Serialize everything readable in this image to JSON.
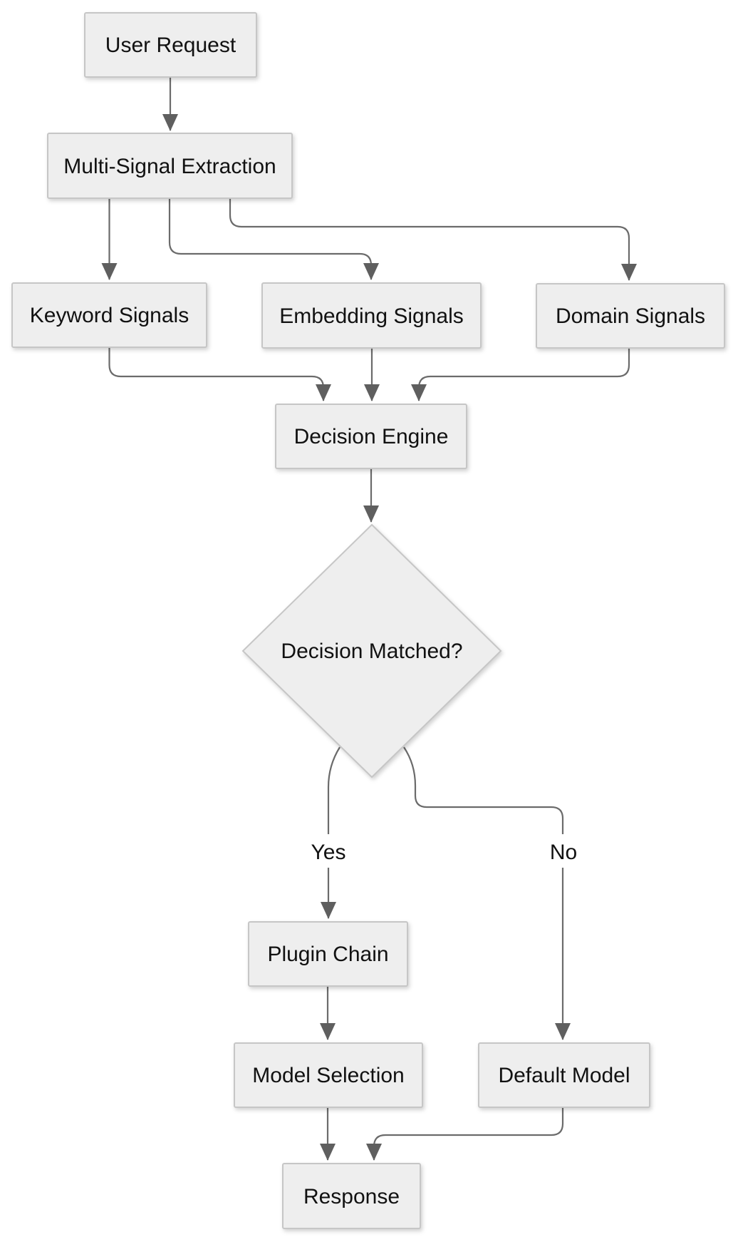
{
  "diagram": {
    "type": "flowchart",
    "direction": "top-down",
    "colors": {
      "background": "#ffffff",
      "node_fill": "#eeeeee",
      "node_border": "#c6c6c6",
      "text": "#111111",
      "edge": "#6b6b6b",
      "arrowhead": "#5f5f5f"
    },
    "nodes": [
      {
        "id": "user-request",
        "label": "User Request",
        "shape": "rect"
      },
      {
        "id": "multi-signal-extraction",
        "label": "Multi-Signal Extraction",
        "shape": "rect"
      },
      {
        "id": "keyword-signals",
        "label": "Keyword Signals",
        "shape": "rect"
      },
      {
        "id": "embedding-signals",
        "label": "Embedding Signals",
        "shape": "rect"
      },
      {
        "id": "domain-signals",
        "label": "Domain Signals",
        "shape": "rect"
      },
      {
        "id": "decision-engine",
        "label": "Decision Engine",
        "shape": "rect"
      },
      {
        "id": "decision-matched",
        "label": "Decision Matched?",
        "shape": "diamond"
      },
      {
        "id": "plugin-chain",
        "label": "Plugin Chain",
        "shape": "rect"
      },
      {
        "id": "model-selection",
        "label": "Model Selection",
        "shape": "rect"
      },
      {
        "id": "default-model",
        "label": "Default Model",
        "shape": "rect"
      },
      {
        "id": "response",
        "label": "Response",
        "shape": "rect"
      }
    ],
    "edges": [
      {
        "from": "user-request",
        "to": "multi-signal-extraction",
        "label": ""
      },
      {
        "from": "multi-signal-extraction",
        "to": "keyword-signals",
        "label": ""
      },
      {
        "from": "multi-signal-extraction",
        "to": "embedding-signals",
        "label": ""
      },
      {
        "from": "multi-signal-extraction",
        "to": "domain-signals",
        "label": ""
      },
      {
        "from": "keyword-signals",
        "to": "decision-engine",
        "label": ""
      },
      {
        "from": "embedding-signals",
        "to": "decision-engine",
        "label": ""
      },
      {
        "from": "domain-signals",
        "to": "decision-engine",
        "label": ""
      },
      {
        "from": "decision-engine",
        "to": "decision-matched",
        "label": ""
      },
      {
        "from": "decision-matched",
        "to": "plugin-chain",
        "label": "Yes"
      },
      {
        "from": "decision-matched",
        "to": "default-model",
        "label": "No"
      },
      {
        "from": "plugin-chain",
        "to": "model-selection",
        "label": ""
      },
      {
        "from": "model-selection",
        "to": "response",
        "label": ""
      },
      {
        "from": "default-model",
        "to": "response",
        "label": ""
      }
    ],
    "edge_labels": [
      {
        "id": "yes",
        "label": "Yes"
      },
      {
        "id": "no",
        "label": "No"
      }
    ]
  }
}
